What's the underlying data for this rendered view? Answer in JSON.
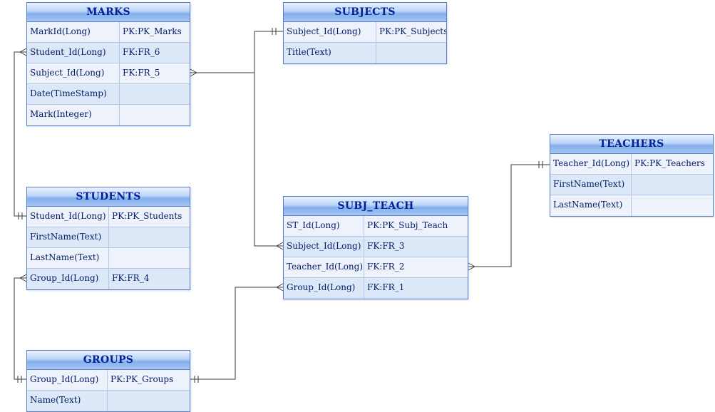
{
  "diagram": {
    "tables": {
      "marks": {
        "title": "MARKS",
        "rows": [
          {
            "field": "MarkId(Long)",
            "key": "PK:PK_Marks"
          },
          {
            "field": "Student_Id(Long)",
            "key": "FK:FR_6"
          },
          {
            "field": "Subject_Id(Long)",
            "key": "FK:FR_5"
          },
          {
            "field": "Date(TimeStamp)",
            "key": ""
          },
          {
            "field": "Mark(Integer)",
            "key": ""
          }
        ]
      },
      "subjects": {
        "title": "SUBJECTS",
        "rows": [
          {
            "field": "Subject_Id(Long)",
            "key": "PK:PK_Subjects"
          },
          {
            "field": "Title(Text)",
            "key": ""
          }
        ]
      },
      "teachers": {
        "title": "TEACHERS",
        "rows": [
          {
            "field": "Teacher_Id(Long)",
            "key": "PK:PK_Teachers"
          },
          {
            "field": "FirstName(Text)",
            "key": ""
          },
          {
            "field": "LastName(Text)",
            "key": ""
          }
        ]
      },
      "students": {
        "title": "STUDENTS",
        "rows": [
          {
            "field": "Student_Id(Long)",
            "key": "PK:PK_Students"
          },
          {
            "field": "FirstName(Text)",
            "key": ""
          },
          {
            "field": "LastName(Text)",
            "key": ""
          },
          {
            "field": "Group_Id(Long)",
            "key": "FK:FR_4"
          }
        ]
      },
      "subj_teach": {
        "title": "SUBJ_TEACH",
        "rows": [
          {
            "field": "ST_Id(Long)",
            "key": "PK:PK_Subj_Teach"
          },
          {
            "field": "Subject_Id(Long)",
            "key": "FK:FR_3"
          },
          {
            "field": "Teacher_Id(Long)",
            "key": "FK:FR_2"
          },
          {
            "field": "Group_Id(Long)",
            "key": "FK:FR_1"
          }
        ]
      },
      "groups": {
        "title": "GROUPS",
        "rows": [
          {
            "field": "Group_Id(Long)",
            "key": "PK:PK_Groups"
          },
          {
            "field": "Name(Text)",
            "key": ""
          }
        ]
      }
    },
    "relationships": [
      {
        "fk": "FR_6",
        "many_end": "MARKS.Student_Id",
        "one_end": "STUDENTS.Student_Id",
        "cardinality": "many-to-one"
      },
      {
        "fk": "FR_5",
        "many_end": "MARKS.Subject_Id",
        "one_end": "SUBJECTS.Subject_Id",
        "cardinality": "many-to-one"
      },
      {
        "fk": "FR_3",
        "many_end": "SUBJ_TEACH.Subject_Id",
        "one_end": "SUBJECTS.Subject_Id",
        "cardinality": "many-to-one"
      },
      {
        "fk": "FR_2",
        "many_end": "SUBJ_TEACH.Teacher_Id",
        "one_end": "TEACHERS.Teacher_Id",
        "cardinality": "many-to-one"
      },
      {
        "fk": "FR_4",
        "many_end": "STUDENTS.Group_Id",
        "one_end": "GROUPS.Group_Id",
        "cardinality": "many-to-one"
      },
      {
        "fk": "FR_1",
        "many_end": "SUBJ_TEACH.Group_Id",
        "one_end": "GROUPS.Group_Id",
        "cardinality": "many-to-one"
      }
    ],
    "colors": {
      "header_gradient_top": "#eaf2fd",
      "header_gradient_bottom": "#86aeee",
      "header_text": "#002299",
      "row_light": "#eef3fb",
      "row_dark": "#dce8f7",
      "cell_text": "#001a66",
      "table_border": "#5b7fc4",
      "grid_line": "#b3c7e8",
      "connector_line": "#3a3a3a",
      "background": "#ffffff"
    }
  }
}
